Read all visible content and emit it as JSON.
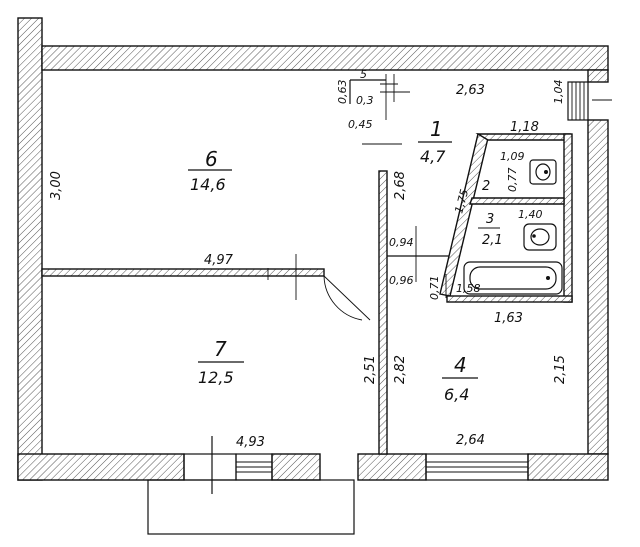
{
  "rooms": [
    {
      "id": "1",
      "number": "1",
      "area": "4,7"
    },
    {
      "id": "2",
      "number": "2",
      "area": ""
    },
    {
      "id": "3",
      "number": "3",
      "area": "2,1"
    },
    {
      "id": "4",
      "number": "4",
      "area": "6,4"
    },
    {
      "id": "5",
      "number": "5",
      "area": ""
    },
    {
      "id": "6",
      "number": "6",
      "area": "14,6"
    },
    {
      "id": "7",
      "number": "7",
      "area": "12,5"
    }
  ],
  "dimensions": {
    "d_3_00": "3,00",
    "d_2_63": "2,63",
    "d_1_04": "1,04",
    "d_0_63": "0,63",
    "d_0_3": "0,3",
    "d_0_45": "0,45",
    "d_1_18": "1,18",
    "d_1_09": "1,09",
    "d_0_77": "0,77",
    "d_1_75": "1,75",
    "d_2_68": "2,68",
    "d_1_40": "1,40",
    "d_0_94": "0,94",
    "d_0_96": "0,96",
    "d_0_71": "0,71",
    "d_1_58": "1,58",
    "d_1_63": "1,63",
    "d_4_97": "4,97",
    "d_2_51": "2,51",
    "d_2_82": "2,82",
    "d_2_15": "2,15",
    "d_4_93": "4,93",
    "d_2_64": "2,64"
  }
}
